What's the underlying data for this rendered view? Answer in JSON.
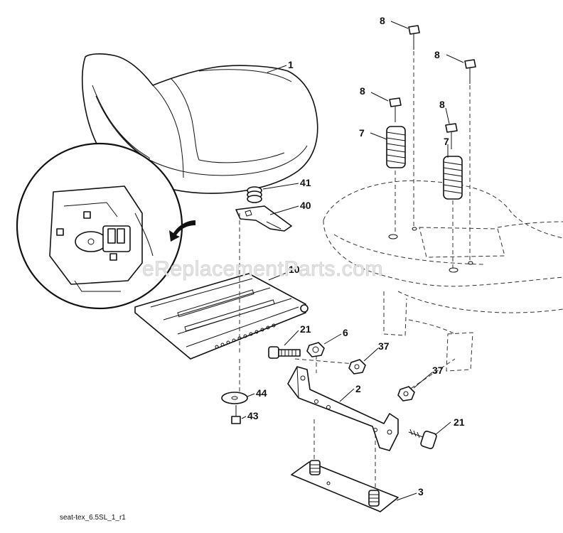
{
  "diagram": {
    "watermark": "eReplacementParts.com",
    "caption": "seat-tex_6.5SL_1_r1",
    "callouts": [
      {
        "id": "c1",
        "label": "1"
      },
      {
        "id": "c8a",
        "label": "8"
      },
      {
        "id": "c8b",
        "label": "8"
      },
      {
        "id": "c8c",
        "label": "8"
      },
      {
        "id": "c8d",
        "label": "8"
      },
      {
        "id": "c7a",
        "label": "7"
      },
      {
        "id": "c7b",
        "label": "7"
      },
      {
        "id": "c41",
        "label": "41"
      },
      {
        "id": "c40",
        "label": "40"
      },
      {
        "id": "c10",
        "label": "10"
      },
      {
        "id": "c21a",
        "label": "21"
      },
      {
        "id": "c6",
        "label": "6"
      },
      {
        "id": "c37a",
        "label": "37"
      },
      {
        "id": "c37b",
        "label": "37"
      },
      {
        "id": "c2",
        "label": "2"
      },
      {
        "id": "c44",
        "label": "44"
      },
      {
        "id": "c43",
        "label": "43"
      },
      {
        "id": "c21b",
        "label": "21"
      },
      {
        "id": "c3",
        "label": "3"
      }
    ]
  }
}
